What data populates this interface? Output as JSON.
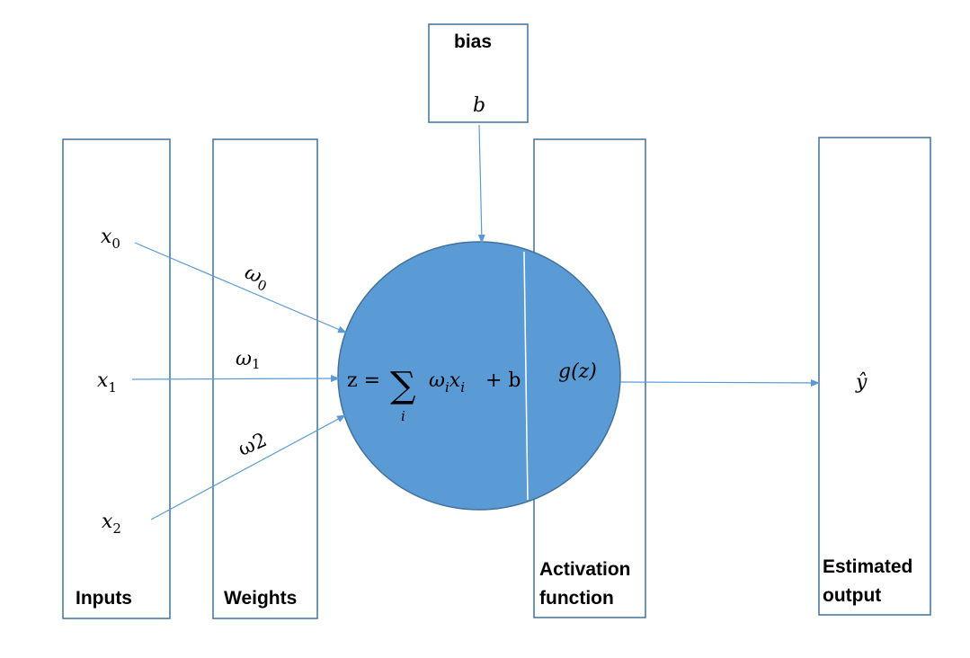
{
  "labels": {
    "inputs": "Inputs",
    "weights": "Weights",
    "bias": "bias",
    "activation_line1": "Activation",
    "activation_line2": "function",
    "estimated_line1": "Estimated",
    "estimated_line2": "output"
  },
  "symbols": {
    "x_base": "x",
    "x0_sub": "0",
    "x1_sub": "1",
    "x2_sub": "2",
    "w_base": "ω",
    "w0_sub": "0",
    "w1_sub": "1",
    "w2_text": "ω2",
    "bias_symbol": "b",
    "sum_lhs": "z =",
    "sum_sign": "∑",
    "sum_index": "i",
    "sum_w": "ω",
    "sum_w_sub": "i",
    "sum_x": "x",
    "sum_x_sub": "i",
    "sum_tail": "+ b",
    "activation": "g(z)",
    "output": "ŷ"
  },
  "colors": {
    "box_stroke": "#41719c",
    "arrow": "#5b9bd5",
    "neuron_fill": "#5b9bd5"
  }
}
